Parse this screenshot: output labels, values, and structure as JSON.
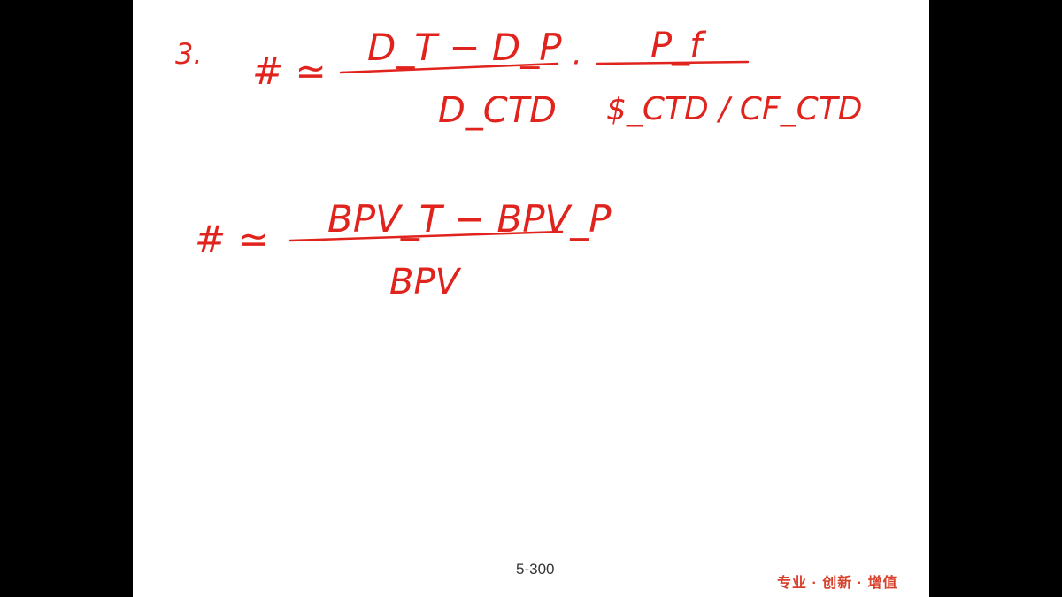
{
  "slide": {
    "page_number": "5-300",
    "brand_slogan": "专业 · 创新 · 增值"
  },
  "ink": {
    "color": "#e0231c",
    "item_number": "3.",
    "formula1": {
      "lhs": "# ≃",
      "num1": "D_T − D_P",
      "den1": "D_CTD",
      "dot": "·",
      "num2": "P_f",
      "den2": "$_CTD / CF_CTD"
    },
    "formula2": {
      "lhs": "# ≃",
      "num": "BPV_T − BPV_P",
      "den": "BPV"
    }
  }
}
